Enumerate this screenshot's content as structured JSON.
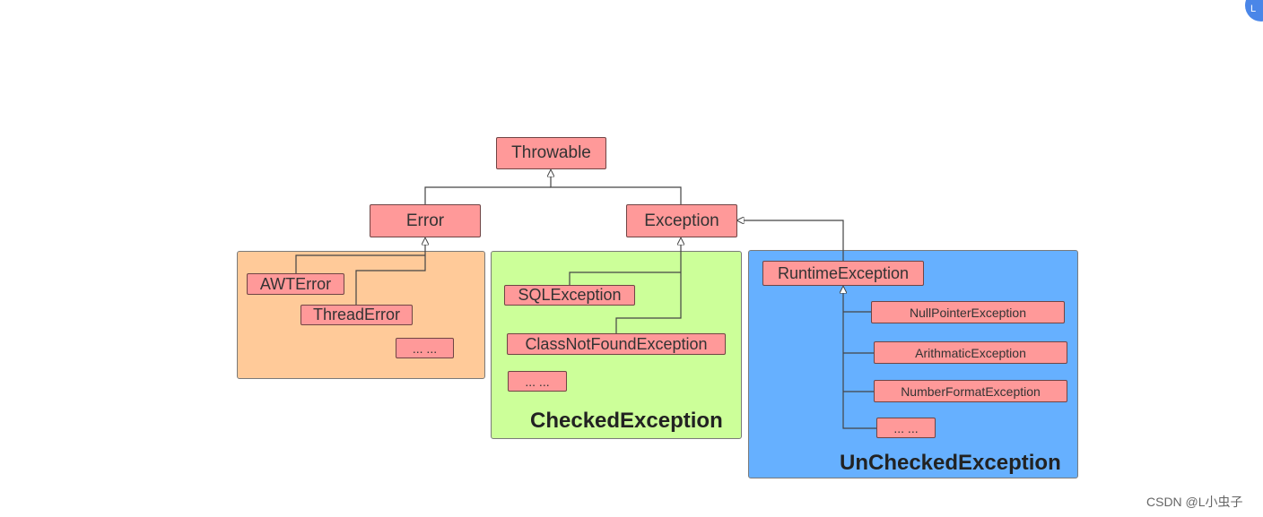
{
  "nodes": {
    "throwable": "Throwable",
    "error": "Error",
    "exception": "Exception",
    "awt_error": "AWTError",
    "thread_error": "ThreadError",
    "error_more": "... ...",
    "sql_exception": "SQLException",
    "class_not_found": "ClassNotFoundException",
    "checked_more": "... ...",
    "runtime_exception": "RuntimeException",
    "null_pointer": "NullPointerException",
    "arithmatic": "ArithmaticException",
    "number_format": "NumberFormatException",
    "runtime_more": "... ..."
  },
  "groups": {
    "checked_label": "CheckedException",
    "unchecked_label": "UnCheckedException"
  },
  "colors": {
    "node_fill": "#ff9999",
    "error_group": "#ffca99",
    "checked_group": "#ccff99",
    "unchecked_group": "#66b0ff"
  },
  "corner_badge": "L",
  "watermark": "CSDN @L小虫子"
}
